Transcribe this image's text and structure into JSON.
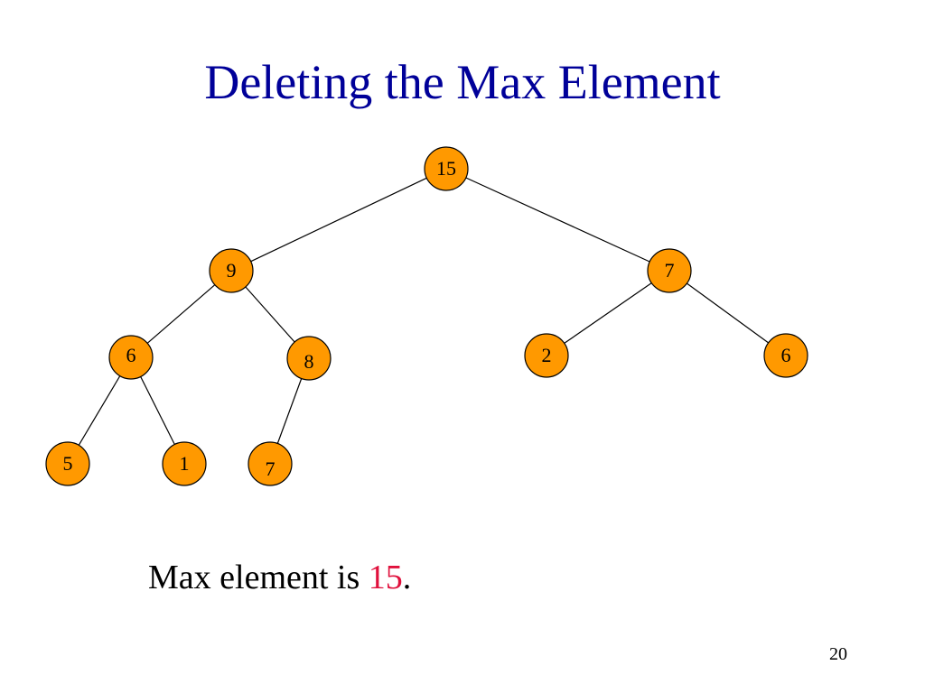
{
  "slide": {
    "title": "Deleting the Max Element",
    "page_number": "20"
  },
  "caption": {
    "prefix": "Max element is ",
    "value": "15",
    "suffix": "."
  },
  "colors": {
    "title": "#000099",
    "node_fill": "#ff9900",
    "node_stroke": "#000000",
    "highlight": "#e0103c"
  },
  "tree": {
    "nodes": [
      {
        "id": "n1",
        "label": "15"
      },
      {
        "id": "n2",
        "label": "9"
      },
      {
        "id": "n3",
        "label": "7"
      },
      {
        "id": "n4",
        "label": "6"
      },
      {
        "id": "n5",
        "label": "8"
      },
      {
        "id": "n6",
        "label": "2"
      },
      {
        "id": "n7",
        "label": "6"
      },
      {
        "id": "n8",
        "label": "5"
      },
      {
        "id": "n9",
        "label": "1"
      },
      {
        "id": "n10",
        "label": "7"
      }
    ],
    "edges": [
      [
        "n1",
        "n2"
      ],
      [
        "n1",
        "n3"
      ],
      [
        "n2",
        "n4"
      ],
      [
        "n2",
        "n5"
      ],
      [
        "n3",
        "n6"
      ],
      [
        "n3",
        "n7"
      ],
      [
        "n4",
        "n8"
      ],
      [
        "n4",
        "n9"
      ],
      [
        "n5",
        "n10"
      ]
    ]
  }
}
